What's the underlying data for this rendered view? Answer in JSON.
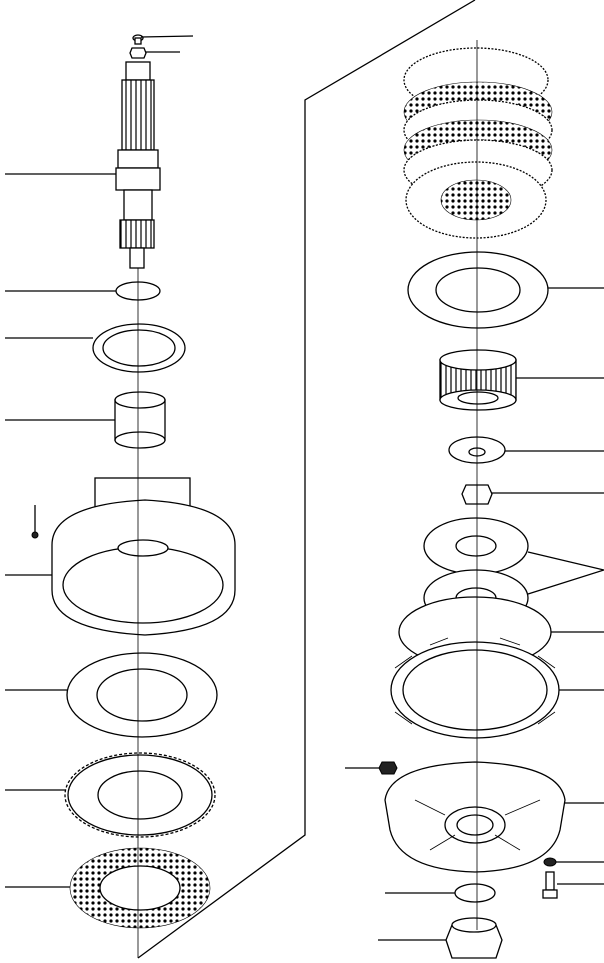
{
  "palette": {
    "ink": "#000000",
    "paper": "#ffffff"
  },
  "diagram": {
    "kind": "exploded-parts-view",
    "labels": [],
    "left_column_parts": [
      "screw",
      "nut",
      "splined-shaft",
      "snap-ring",
      "cup-ring",
      "sleeve-bushing",
      "ring-gear-housing",
      "separator-plate",
      "toothed-plate",
      "friction-disc"
    ],
    "right_column_parts": [
      "clutch-disc-pack",
      "separator-plate",
      "spur-gear",
      "washer",
      "hex-nut",
      "thrust-washers",
      "gasket",
      "carrier-ring",
      "fitting",
      "end-cover",
      "lock-washer",
      "bolt",
      "o-ring",
      "plug"
    ]
  }
}
